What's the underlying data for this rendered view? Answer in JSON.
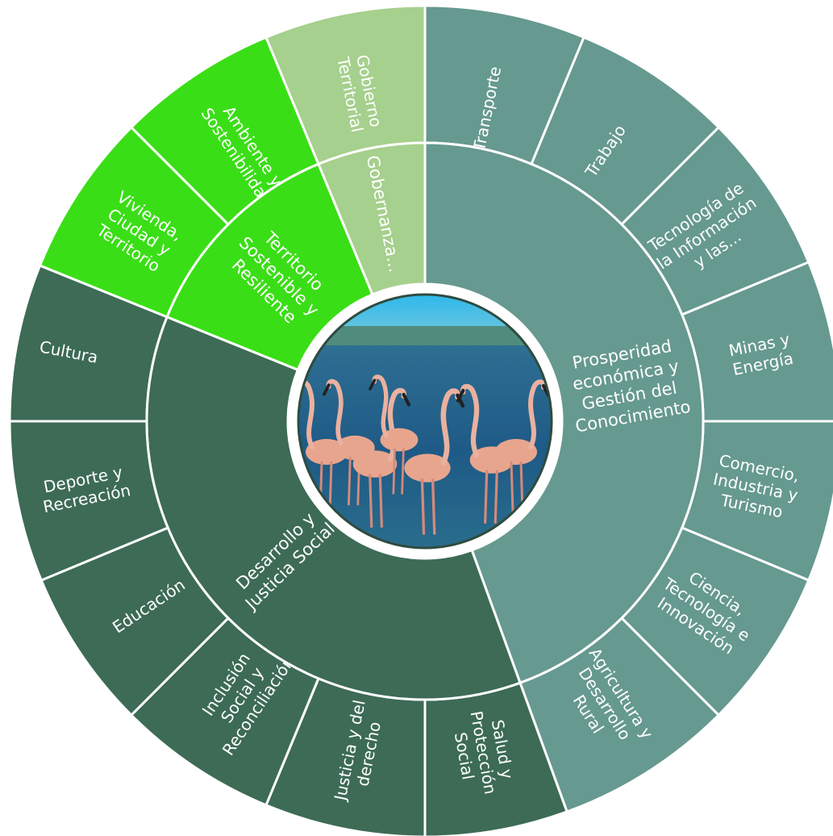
{
  "colors": {
    "prosperidad": "#66998f",
    "desarrollo": "#3d6b56",
    "territorio": "#3ade16",
    "gobernanza": "#a6d08d",
    "divider": "#ffffff",
    "hub_ring": "#ffffff",
    "hub_edge": "#2f4b3e"
  },
  "center": {
    "image": "flamingos-photo",
    "sky": "#29b4e8",
    "treeline": "#4f8c7d",
    "water": "#1f5e8c"
  },
  "inner_ring": [
    {
      "id": "prosperidad",
      "label": [
        "Prosperidad",
        "económica y",
        "Gestión del",
        "Conocimiento"
      ]
    },
    {
      "id": "desarrollo",
      "label": [
        "Desarrollo y",
        "Justicia Social"
      ]
    },
    {
      "id": "territorio",
      "label": [
        "Territorio",
        "Sostenible y",
        "Resiliente"
      ]
    },
    {
      "id": "gobernanza",
      "label": [
        "Gobernanza..."
      ]
    }
  ],
  "outer_ring": [
    {
      "group": "prosperidad",
      "label": [
        "Transporte"
      ]
    },
    {
      "group": "prosperidad",
      "label": [
        "Trabajo"
      ]
    },
    {
      "group": "prosperidad",
      "label": [
        "Tecnología de",
        "la Información",
        "y las..."
      ]
    },
    {
      "group": "prosperidad",
      "label": [
        "Minas y",
        "Energía"
      ]
    },
    {
      "group": "prosperidad",
      "label": [
        "Comercio,",
        "Industria y",
        "Turismo"
      ]
    },
    {
      "group": "prosperidad",
      "label": [
        "Ciencia,",
        "Tecnología e",
        "Innovación"
      ]
    },
    {
      "group": "prosperidad",
      "label": [
        "Agricultura y",
        "Desarrollo",
        "Rural"
      ]
    },
    {
      "group": "desarrollo",
      "label": [
        "Salud y",
        "Protección",
        "Social"
      ]
    },
    {
      "group": "desarrollo",
      "label": [
        "Justicia y del",
        "derecho"
      ]
    },
    {
      "group": "desarrollo",
      "label": [
        "Inclusión",
        "Social y",
        "Reconciliación"
      ]
    },
    {
      "group": "desarrollo",
      "label": [
        "Educación"
      ]
    },
    {
      "group": "desarrollo",
      "label": [
        "Deporte y",
        "Recreación"
      ]
    },
    {
      "group": "desarrollo",
      "label": [
        "Cultura"
      ]
    },
    {
      "group": "territorio",
      "label": [
        "Vivienda,",
        "Ciudad y",
        "Territorio"
      ]
    },
    {
      "group": "territorio",
      "label": [
        "Ambiente y",
        "Sostenibilidad"
      ]
    },
    {
      "group": "gobernanza",
      "label": [
        "Gobierno",
        "Territorial"
      ]
    }
  ]
}
